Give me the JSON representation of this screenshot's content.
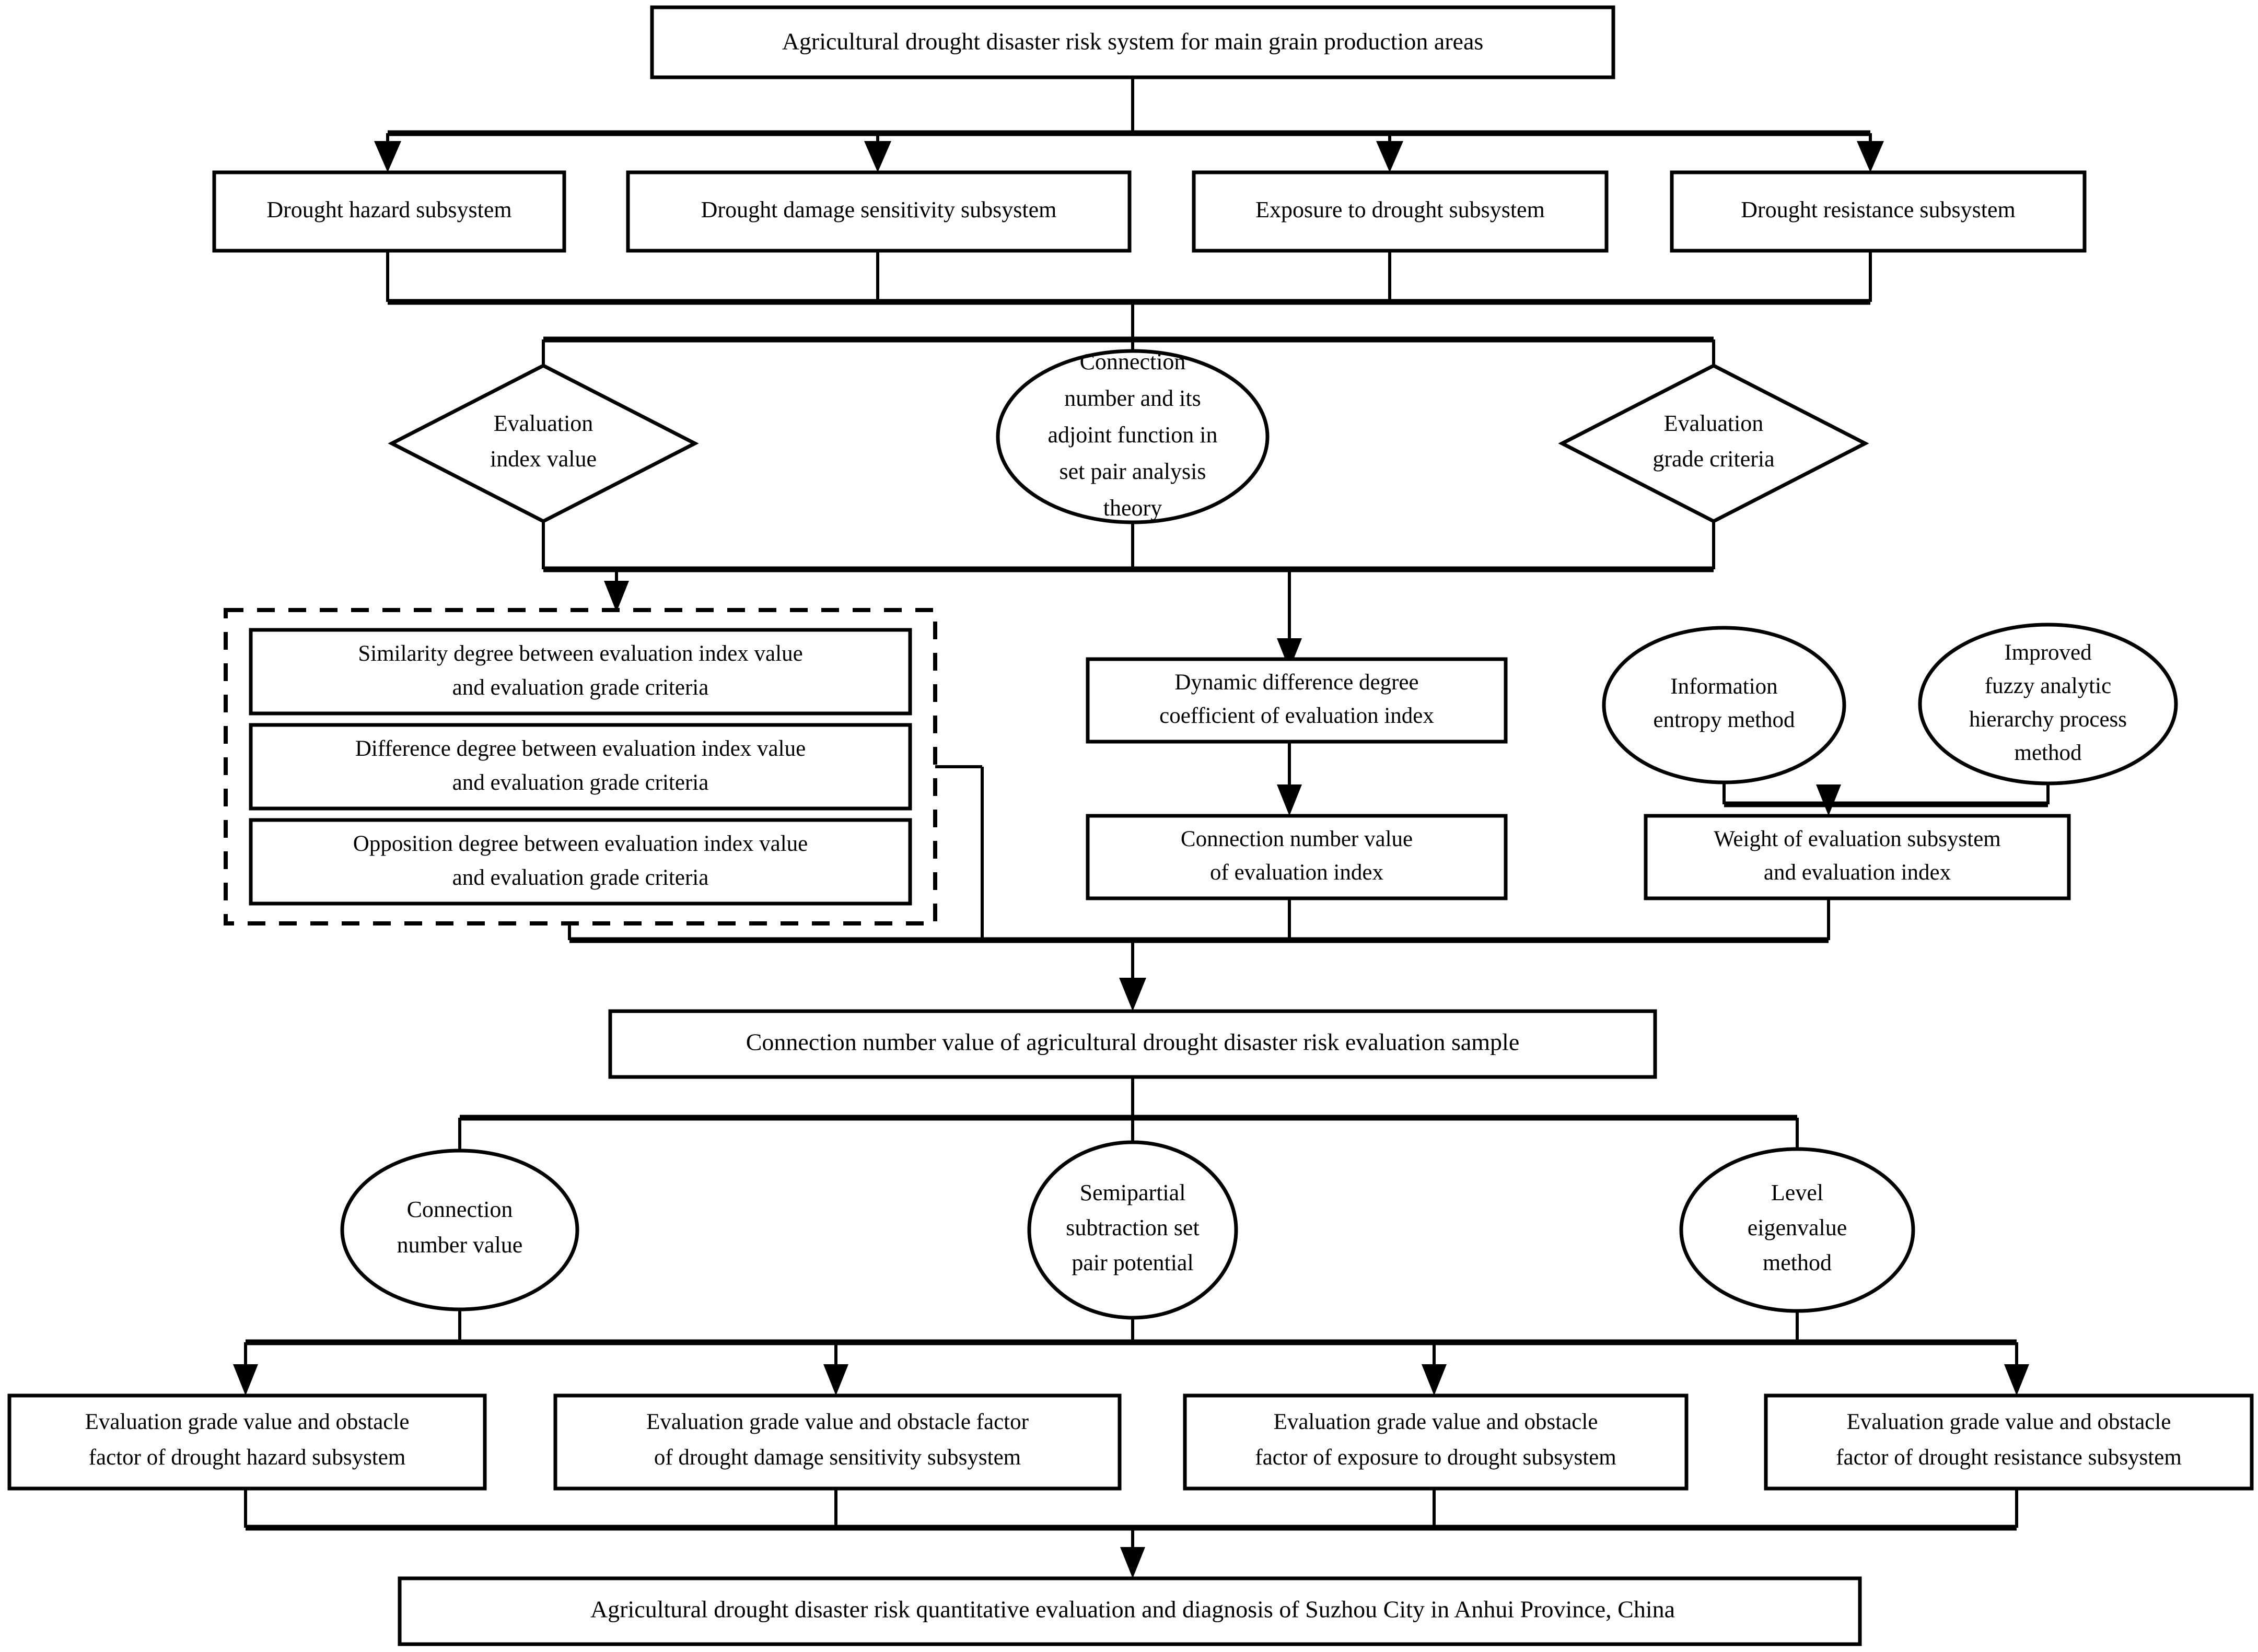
{
  "diagram": {
    "title": "Agricultural drought disaster risk system framework flowchart",
    "root": {
      "label": "Agricultural drought disaster risk system for main grain production areas"
    },
    "subsystems": [
      {
        "label": "Drought hazard subsystem"
      },
      {
        "label": "Drought damage sensitivity subsystem"
      },
      {
        "label": "Exposure to drought subsystem"
      },
      {
        "label": "Drought resistance subsystem"
      }
    ],
    "criteria_row": [
      {
        "shape": "diamond",
        "label_line1": "Evaluation",
        "label_line2": "index value"
      },
      {
        "shape": "ellipse",
        "label_line1": "Connection",
        "label_line2": "number and its",
        "label_line3": "adjoint function in",
        "label_line4": "set pair analysis",
        "label_line5": "theory"
      },
      {
        "shape": "diamond",
        "label_line1": "Evaluation",
        "label_line2": "grade criteria"
      }
    ],
    "degree_group": {
      "items": [
        {
          "line1": "Similarity degree between evaluation index value",
          "line2": "and evaluation grade criteria"
        },
        {
          "line1": "Difference degree between evaluation index value",
          "line2": "and evaluation grade criteria"
        },
        {
          "line1": "Opposition degree between evaluation index value",
          "line2": "and evaluation grade criteria"
        }
      ]
    },
    "dynamic_box": {
      "line1": "Dynamic difference degree",
      "line2": "coefficient of evaluation index"
    },
    "method_ellipses": [
      {
        "line1": "Information",
        "line2": "entropy method"
      },
      {
        "line1": "Improved",
        "line2": "fuzzy analytic",
        "line3": "hierarchy process",
        "line4": "method"
      }
    ],
    "result_row": [
      {
        "line1": "Connection number value",
        "line2": "of evaluation index"
      },
      {
        "line1": "Weight of evaluation subsystem",
        "line2": "and evaluation index"
      }
    ],
    "sample_box": {
      "label": "Connection number value of agricultural drought disaster risk evaluation sample"
    },
    "analysis_ellipses": [
      {
        "line1": "Connection",
        "line2": "number value"
      },
      {
        "line1": "Semipartial",
        "line2": "subtraction set",
        "line3": "pair potential"
      },
      {
        "line1": "Level",
        "line2": "eigenvalue",
        "line3": "method"
      }
    ],
    "outcome_row": [
      {
        "line1": "Evaluation grade value and obstacle",
        "line2": "factor of drought hazard subsystem"
      },
      {
        "line1": "Evaluation grade value and obstacle factor",
        "line2": "of drought damage sensitivity subsystem"
      },
      {
        "line1": "Evaluation grade value and obstacle",
        "line2": "factor of exposure to drought subsystem"
      },
      {
        "line1": "Evaluation grade value and obstacle",
        "line2": "factor of drought resistance subsystem"
      }
    ],
    "final_box": {
      "label": "Agricultural drought disaster risk quantitative evaluation and diagnosis of Suzhou City in Anhui Province, China"
    },
    "colors": {
      "stroke": "#000000",
      "fill": "#ffffff",
      "text": "#000000"
    }
  }
}
